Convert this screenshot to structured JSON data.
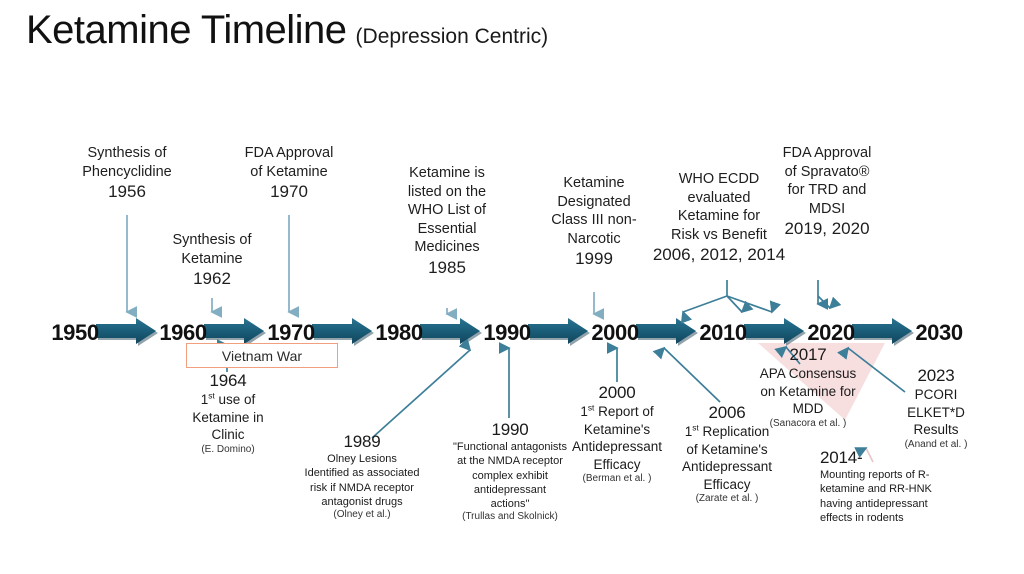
{
  "title": {
    "main": "Ketamine Timeline",
    "sub": "(Depression Centric)"
  },
  "colors": {
    "axis_arrow": "#1b5f7b",
    "axis_arrow_dark": "#0f3d52",
    "connector_light": "#83aec2",
    "connector_teal": "#3d7e99",
    "vietnam_border": "#f0a07e",
    "triangle_fill": "#f7dfe0",
    "background": "#ffffff",
    "text": "#1c1c1c"
  },
  "axis": {
    "name": "timeline-axis",
    "years": [
      "1950",
      "1960",
      "1970",
      "1980",
      "1990",
      "2000",
      "2010",
      "2020",
      "2030"
    ]
  },
  "vietnam": {
    "label": "Vietnam War"
  },
  "events_above": [
    {
      "name": "event-synthesis-phencyclidine",
      "lines": [
        "Synthesis of",
        "Phencyclidine"
      ],
      "year": "1956"
    },
    {
      "name": "event-synthesis-ketamine",
      "lines": [
        "Synthesis of",
        "Ketamine"
      ],
      "year": "1962"
    },
    {
      "name": "event-fda-approval-ketamine",
      "lines": [
        "FDA Approval",
        "of Ketamine"
      ],
      "year": "1970"
    },
    {
      "name": "event-who-essential-medicines",
      "lines": [
        "Ketamine is",
        "listed on the",
        "WHO List of",
        "Essential",
        "Medicines"
      ],
      "year": "1985"
    },
    {
      "name": "event-class-iii-non-narcotic",
      "lines": [
        "Ketamine",
        "Designated",
        "Class III non-",
        "Narcotic"
      ],
      "year": "1999"
    },
    {
      "name": "event-who-ecdd-risk-benefit",
      "lines": [
        "WHO ECDD",
        "evaluated",
        "Ketamine for",
        "Risk vs Benefit"
      ],
      "year": "2006, 2012, 2014"
    },
    {
      "name": "event-fda-approval-spravato",
      "lines": [
        "FDA Approval",
        "of Spravato®",
        "for TRD and",
        "MDSI"
      ],
      "year": "2019, 2020"
    }
  ],
  "annotations_below": [
    {
      "name": "annotation-first-clinic-use",
      "year": "1964",
      "body": [
        "1st use of",
        "Ketamine in",
        "Clinic"
      ],
      "cite": "(E. Domino)"
    },
    {
      "name": "annotation-olney-lesions",
      "year": "1989",
      "body": [
        "Olney Lesions",
        "Identified as associated",
        "risk if NMDA receptor",
        "antagonist drugs"
      ],
      "cite": "(Olney et al.)"
    },
    {
      "name": "annotation-trullas-skolnick",
      "year": "1990",
      "body": [
        "\"Functional antagonists",
        "at the NMDA receptor",
        "complex exhibit",
        "antidepressant",
        "actions\""
      ],
      "cite": "(Trullas  and Skolnick)"
    },
    {
      "name": "annotation-berman-first-report",
      "year": "2000",
      "body": [
        "1st Report of",
        "Ketamine's",
        "Antidepressant",
        "Efficacy"
      ],
      "cite": "(Berman et al. )"
    },
    {
      "name": "annotation-zarate-replication",
      "year": "2006",
      "body": [
        "1st Replication",
        "of Ketamine's",
        "Antidepressant",
        "Efficacy"
      ],
      "cite": "(Zarate et al. )"
    },
    {
      "name": "annotation-apa-consensus",
      "year": "2017",
      "body": [
        "APA Consensus",
        "on Ketamine for",
        "MDD"
      ],
      "cite": "(Sanacora et al. )"
    },
    {
      "name": "annotation-pcori-elkestd",
      "year": "2023",
      "body": [
        "PCORI",
        "ELKET*D",
        "Results"
      ],
      "cite": "(Anand et al. )"
    },
    {
      "name": "annotation-rodent-reports",
      "year": "2014-",
      "body": [
        "Mounting reports of R-",
        "ketamine and RR-HNK",
        "having antidepressant",
        "effects in rodents"
      ],
      "cite": ""
    }
  ]
}
